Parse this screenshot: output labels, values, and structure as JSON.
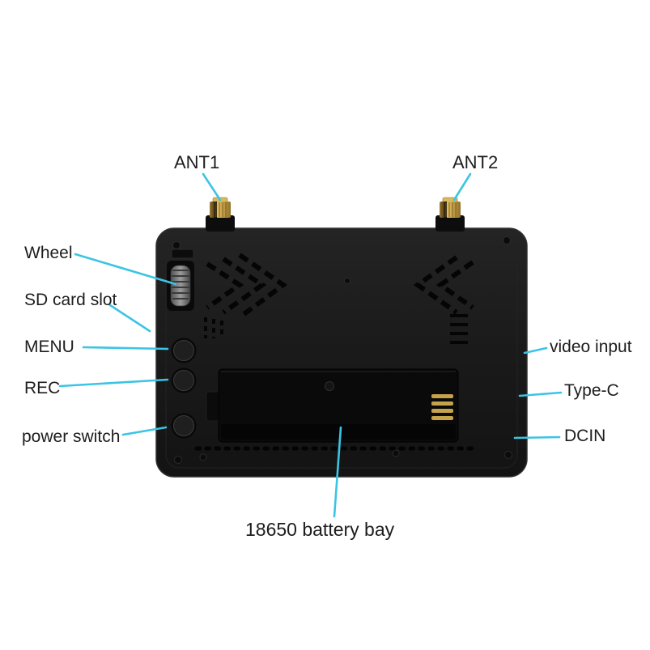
{
  "labels": {
    "ant1": "ANT1",
    "ant2": "ANT2",
    "wheel": "Wheel",
    "sd_card_slot": "SD card slot",
    "menu": "MENU",
    "rec": "REC",
    "power_switch": "power switch",
    "video_input": "video input",
    "type_c": "Type-C",
    "dcin": "DCIN",
    "battery_bay": "18650 battery bay"
  },
  "colors": {
    "background": "#ffffff",
    "leader_line": "#3bc4e4",
    "label_text": "#1d1d1d",
    "device_body": "#1a1a1a",
    "antenna_gold": "#c9a44b"
  }
}
